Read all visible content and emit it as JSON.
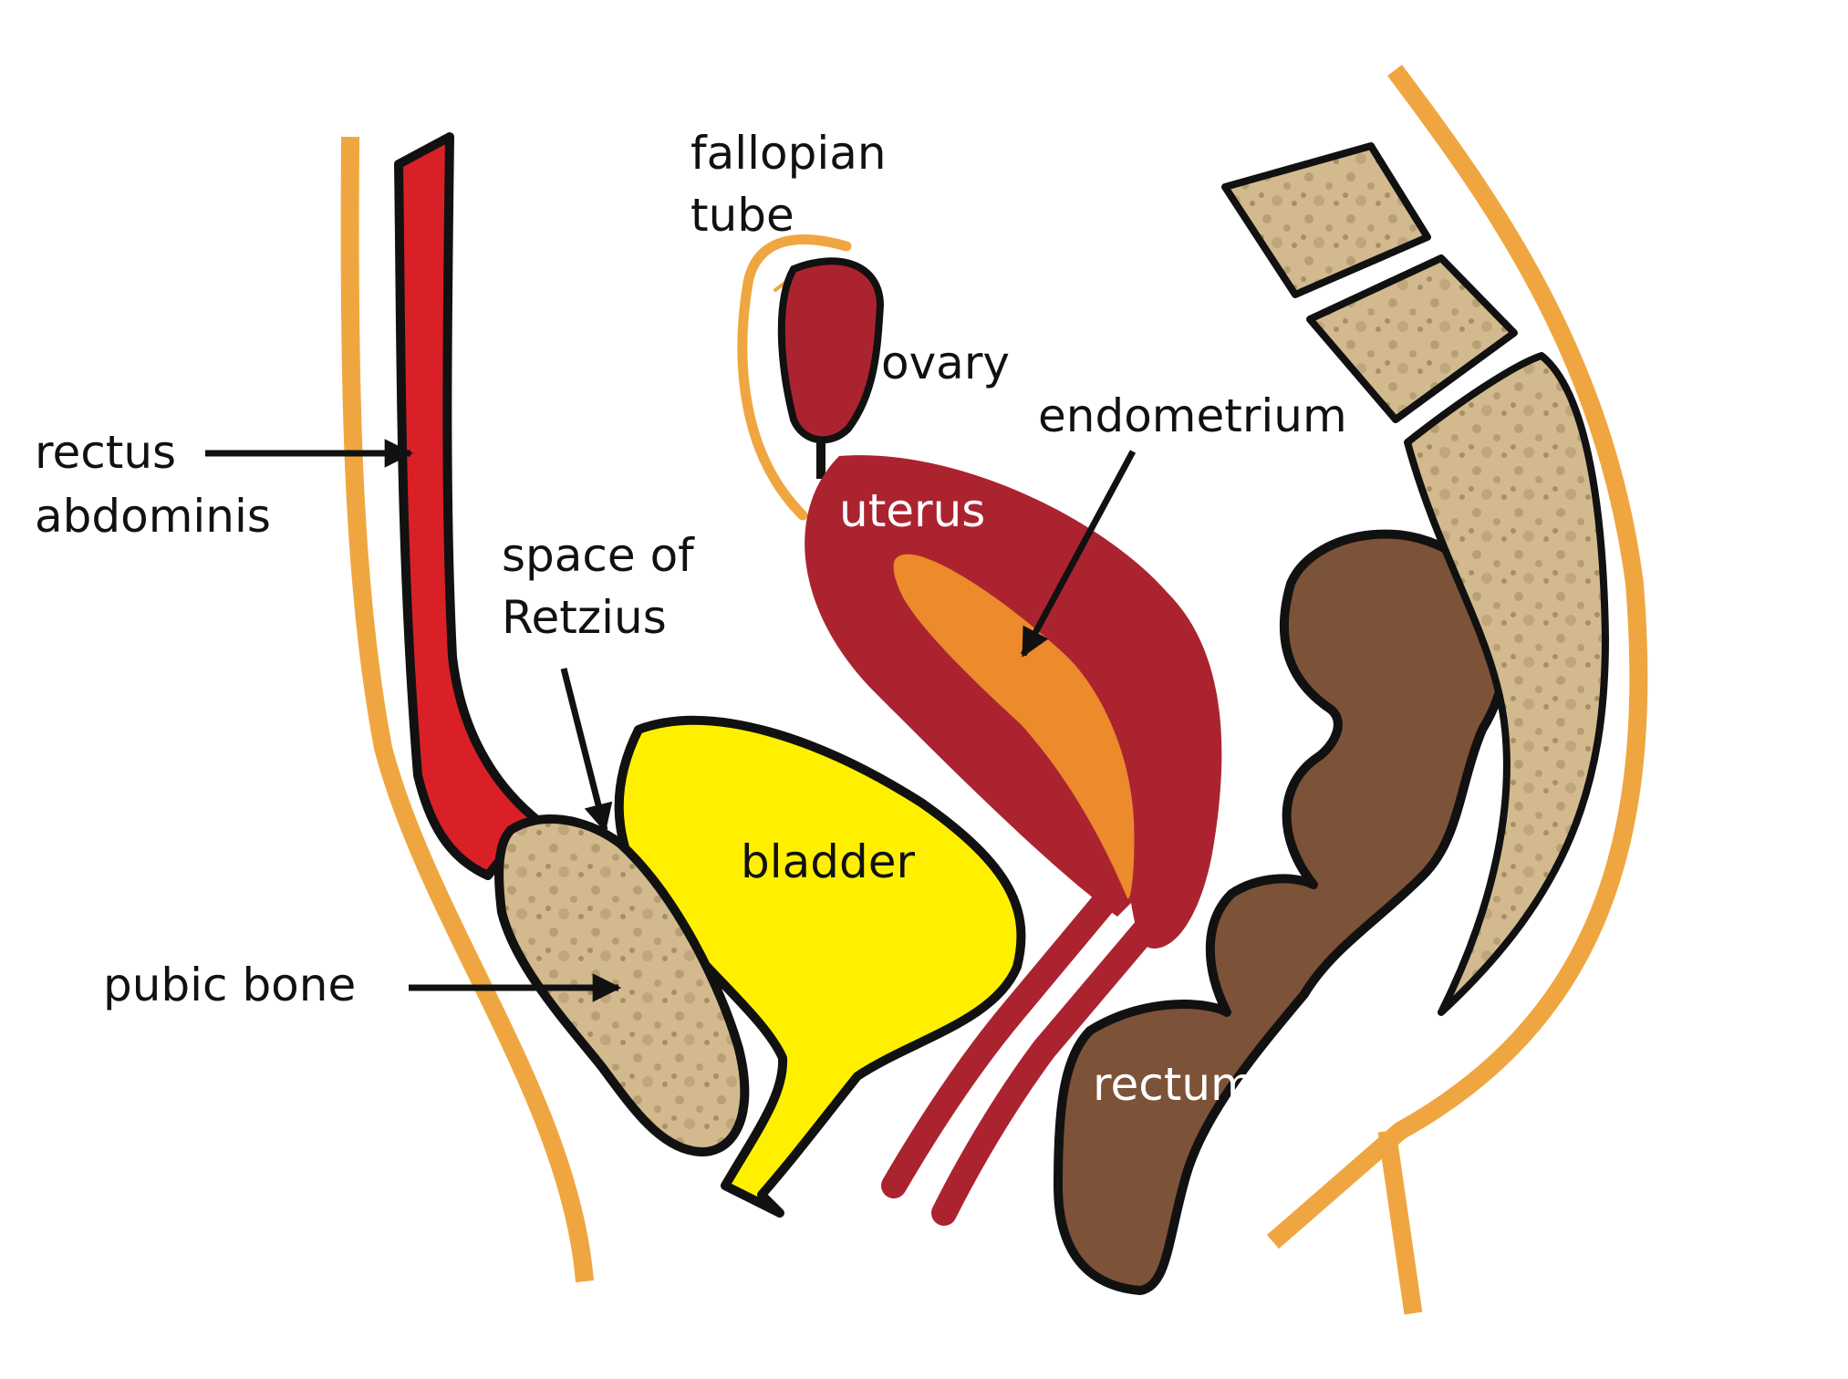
{
  "labels": {
    "fallopian_tube_l1": "fallopian",
    "fallopian_tube_l2": "tube",
    "ovary": "ovary",
    "endometrium": "endometrium",
    "rectus_l1": "rectus",
    "rectus_l2": "abdominis",
    "retzius_l1": "space of",
    "retzius_l2": "Retzius",
    "uterus": "uterus",
    "bladder": "bladder",
    "pubic_bone": "pubic bone",
    "rectum": "rectum"
  },
  "colors": {
    "skin_outline": "#F0A640",
    "rectus_muscle": "#D92027",
    "uterus": "#AC2330",
    "endometrium": "#EC8A2C",
    "bladder": "#FFF000",
    "bone": "#D2BA8E",
    "rectum": "#7C5238",
    "outline": "#111111"
  }
}
